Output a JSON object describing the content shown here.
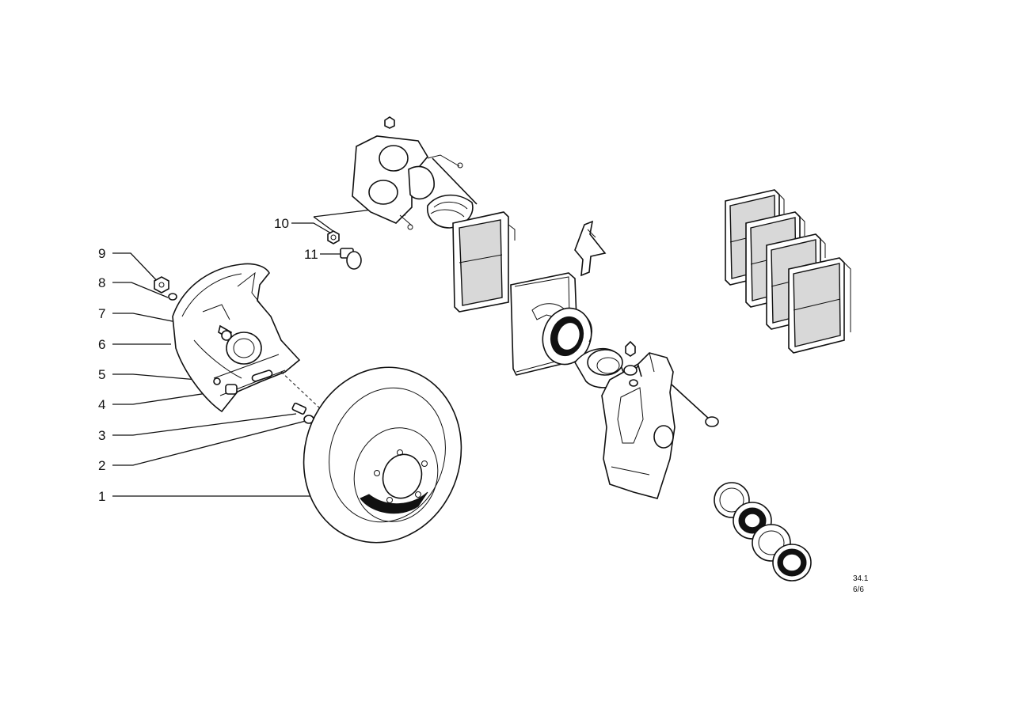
{
  "diagram": {
    "callouts": [
      "1",
      "2",
      "3",
      "4",
      "5",
      "6",
      "7",
      "8",
      "9",
      "10",
      "11"
    ],
    "reference": {
      "code": "34.1",
      "sheet": "6/6"
    },
    "colors": {
      "ink": "#111111",
      "background": "#ffffff",
      "pad_texture": "#d8d8d8"
    }
  }
}
